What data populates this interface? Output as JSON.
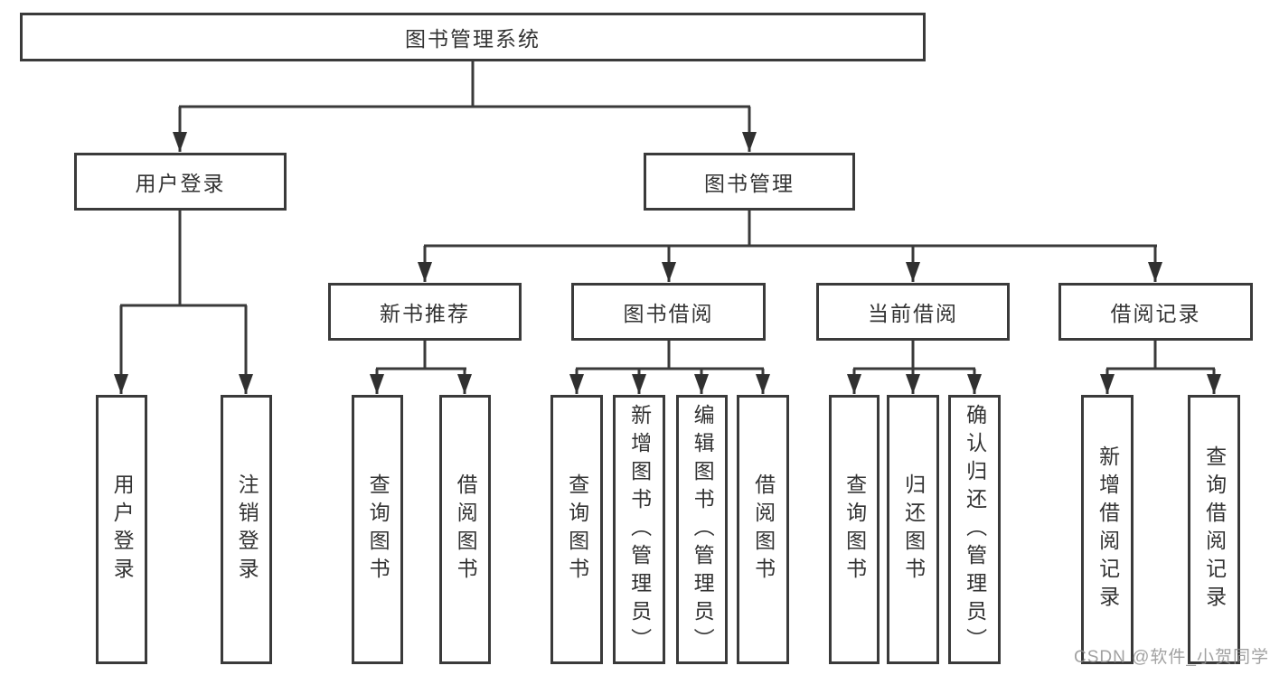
{
  "diagram": {
    "root": "图书管理系统",
    "level2": {
      "user_login": "用户登录",
      "book_mgmt": "图书管理"
    },
    "level3": {
      "new_rec": "新书推荐",
      "borrow": "图书借阅",
      "current": "当前借阅",
      "records": "借阅记录"
    },
    "leaves": {
      "user_login": [
        "用户登录",
        "注销登录"
      ],
      "new_rec": [
        "查询图书",
        "借阅图书"
      ],
      "borrow": [
        "查询图书",
        "新增图书（管理员）",
        "编辑图书（管理员）",
        "借阅图书"
      ],
      "current": [
        "查询图书",
        "归还图书",
        "确认归还（管理员）"
      ],
      "records": [
        "新增借阅记录",
        "查询借阅记录"
      ]
    }
  },
  "watermark": "CSDN @软件_小贺同学",
  "colors": {
    "line": "#3a3a3a",
    "text": "#333333",
    "watermark": "#919191"
  }
}
